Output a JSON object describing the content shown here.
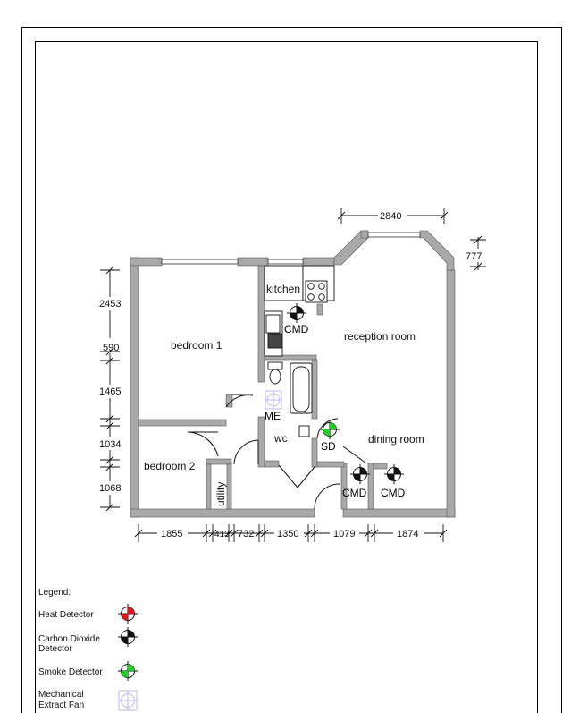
{
  "rooms": {
    "bedroom1": "bedroom 1",
    "bedroom2": "bedroom 2",
    "kitchen": "kitchen",
    "reception": "reception room",
    "dining": "dining room",
    "wc": "wc",
    "utility": "utility"
  },
  "markers": {
    "cmd": "CMD",
    "sd": "SD",
    "me": "ME"
  },
  "dimensions": {
    "top_bay": "2840",
    "bay_depth": "777",
    "left": [
      "2453",
      "590",
      "1465",
      "1034",
      "1068"
    ],
    "bottom": [
      "1855",
      "413",
      "732",
      "1350",
      "1079",
      "1874"
    ]
  },
  "legend": {
    "title": "Legend:",
    "heat": "Heat Detector",
    "co2_line1": "Carbon Dioxide",
    "co2_line2": "Detector",
    "smoke": "Smoke Detector",
    "fan_line1": "Mechanical",
    "fan_line2": "Extract Fan"
  },
  "colors": {
    "wall": "#a9a9a9",
    "heat": "#e8141c",
    "co2": "#111111",
    "smoke": "#1fd11f",
    "fan": "#b8b8f0"
  }
}
